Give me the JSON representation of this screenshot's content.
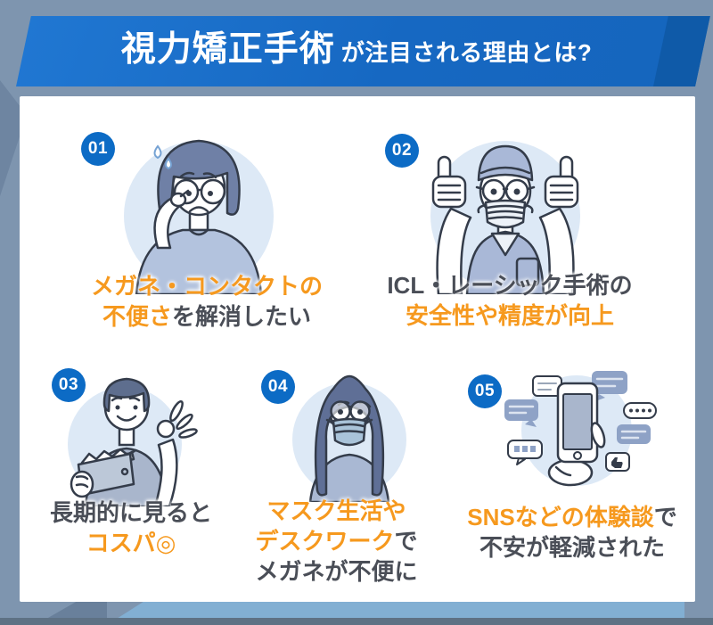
{
  "header": {
    "title_main": "視力矯正手術",
    "title_sub": "が注目される理由とは?"
  },
  "colors": {
    "accent_orange": "#F6991E",
    "text_dark": "#4A4E57",
    "banner_blue": "#1668C2",
    "banner_blue_dark": "#0F5AA8",
    "badge_blue": "#0C6BC5",
    "background_blue_gray": "#7E95AF",
    "card_background": "#FFFFFF",
    "illustration_circle": "#DDE9F6"
  },
  "reasons": [
    {
      "number": "01",
      "illustration": "woman-adjusting-glasses",
      "lines": [
        {
          "segments": [
            {
              "text": "メガネ・コンタクトの",
              "tone": "orange"
            }
          ]
        },
        {
          "segments": [
            {
              "text": "不便さ",
              "tone": "orange"
            },
            {
              "text": "を解消したい",
              "tone": "dark"
            }
          ]
        }
      ]
    },
    {
      "number": "02",
      "illustration": "surgeon-thumbs-up",
      "lines": [
        {
          "segments": [
            {
              "text": "ICL・レーシック手術の",
              "tone": "dark"
            }
          ]
        },
        {
          "segments": [
            {
              "text": "安全性や精度が向上",
              "tone": "orange"
            }
          ]
        }
      ]
    },
    {
      "number": "03",
      "illustration": "man-wallet-ok-sign",
      "lines": [
        {
          "segments": [
            {
              "text": "長期的に見ると",
              "tone": "dark"
            }
          ]
        },
        {
          "segments": [
            {
              "text": "コスパ◎",
              "tone": "orange"
            }
          ]
        }
      ]
    },
    {
      "number": "04",
      "illustration": "woman-wearing-mask",
      "lines": [
        {
          "segments": [
            {
              "text": "マスク生活や",
              "tone": "orange"
            }
          ]
        },
        {
          "segments": [
            {
              "text": "デスクワーク",
              "tone": "orange"
            },
            {
              "text": "で",
              "tone": "dark"
            }
          ]
        },
        {
          "segments": [
            {
              "text": "メガネが不便に",
              "tone": "dark"
            }
          ]
        }
      ]
    },
    {
      "number": "05",
      "illustration": "smartphone-sns-chat-bubbles",
      "lines": [
        {
          "segments": [
            {
              "text": "SNSなどの体験談",
              "tone": "orange"
            },
            {
              "text": "で",
              "tone": "dark"
            }
          ]
        },
        {
          "segments": [
            {
              "text": "不安が軽減された",
              "tone": "dark"
            }
          ]
        }
      ]
    }
  ]
}
